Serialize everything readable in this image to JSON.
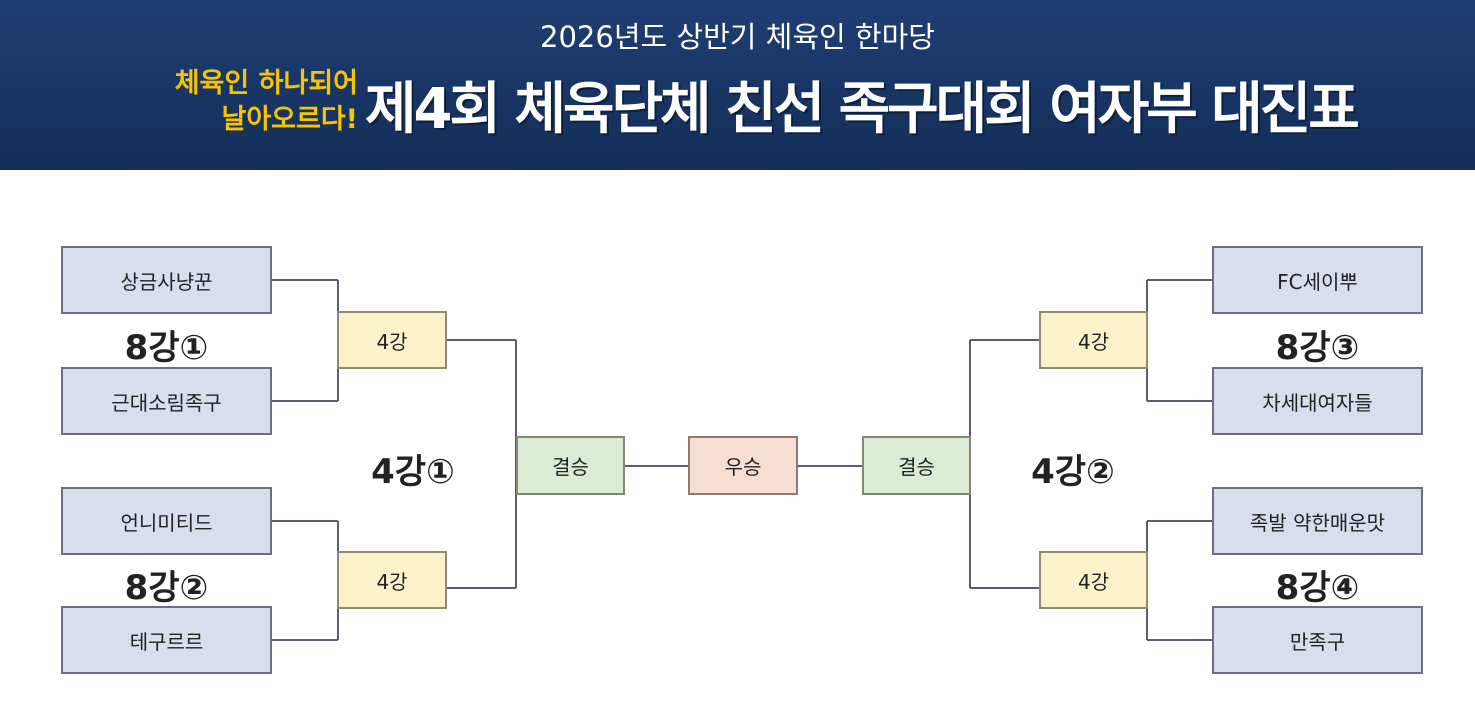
{
  "header": {
    "subtitle": "2026년도 상반기 체육인 한마당",
    "slogan_line1": "체육인 하나되어",
    "slogan_line2": "날아오르다!",
    "title": "제4회 체육단체 친선 족구대회 여자부 대진표"
  },
  "bracket": {
    "left": {
      "teams": [
        "상금사냥꾼",
        "근대소림족구",
        "언니미티드",
        "테구르르"
      ],
      "round8_labels": [
        "8강①",
        "8강②"
      ],
      "semi_boxes": [
        "4강",
        "4강"
      ],
      "semi_label": "4강①",
      "final_box": "결승"
    },
    "right": {
      "teams": [
        "FC세이뿌",
        "차세대여자들",
        "족발 약한매운맛",
        "만족구"
      ],
      "round8_labels": [
        "8강③",
        "8강④"
      ],
      "semi_boxes": [
        "4강",
        "4강"
      ],
      "semi_label": "4강②",
      "final_box": "결승"
    },
    "champion_box": "우승"
  },
  "colors": {
    "header_bg": "#1a3768",
    "slogan": "#f6c400",
    "team_box": "#d9deee",
    "semi_box": "#fbf2c9",
    "final_box": "#dcebd4",
    "champion_box": "#f7ddd2"
  }
}
